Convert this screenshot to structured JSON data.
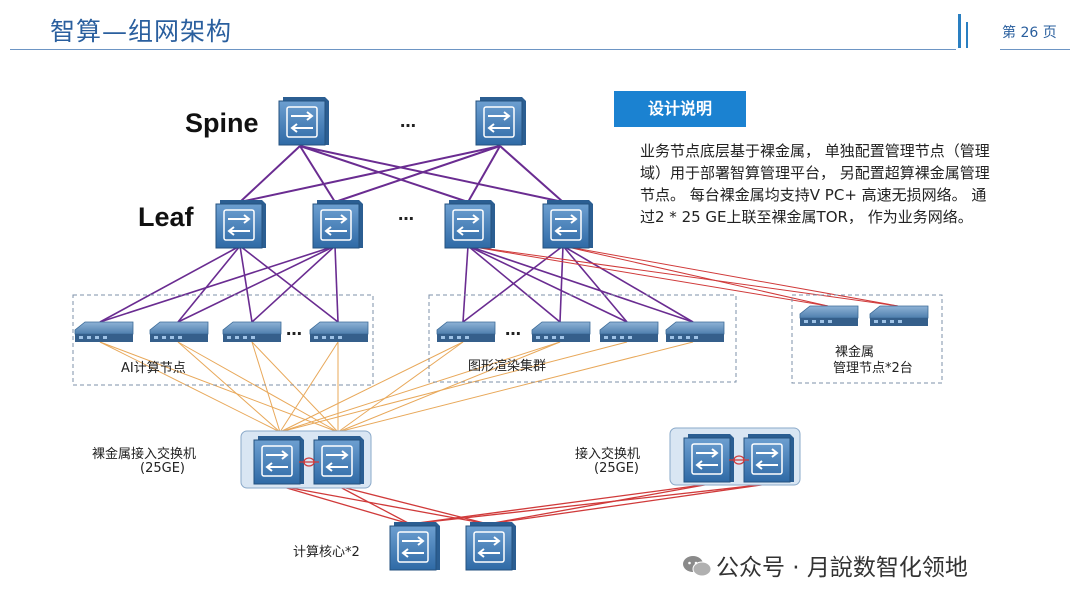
{
  "header": {
    "title": "智算—组网架构",
    "page": "第 26 页"
  },
  "diagram": {
    "spine_label": "Spine",
    "leaf_label": "Leaf",
    "ellipsis": "…",
    "groups": {
      "ai": "AI计算节点",
      "render": "图形渲染集群",
      "bm_mgmt_line1": "裸金属",
      "bm_mgmt_line2": "管理节点*2台"
    },
    "access_switches": {
      "bm_line1": "裸金属接入交换机",
      "bm_line2": "(25GE)",
      "acc_line1": "接入交换机",
      "acc_line2": "(25GE)"
    },
    "core_label": "计算核心*2",
    "colors": {
      "purple_link": "#6a2c91",
      "red_link": "#d03a3a",
      "orange_link": "#e8a85a",
      "switch_blue": "#3f7bb5",
      "accent": "#1b82d1"
    }
  },
  "description": {
    "title": "设计说明",
    "body": "业务节点底层基于裸金属， 单独配置管理节点（管理域）用于部署智算管理平台， 另配置超算裸金属管理节点。 每台裸金属均支持V PC+ 高速无损网络。 通过2 * 25 GE上联至裸金属TOR， 作为业务网络。"
  },
  "watermark": {
    "text": "公众号 · 月說数智化领地"
  }
}
